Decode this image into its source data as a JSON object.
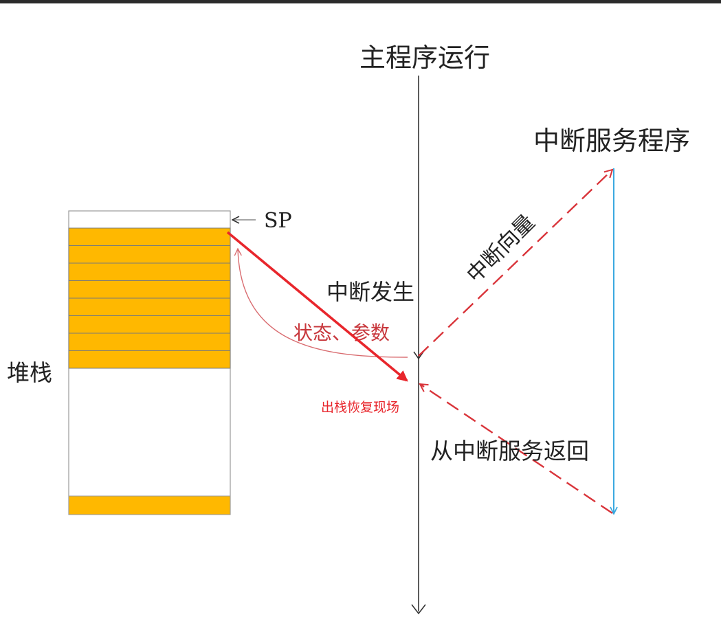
{
  "labels": {
    "main_program": "主程序运行",
    "isr": "中断服务程序",
    "sp": "SP",
    "stack": "堆栈",
    "interrupt_occurs": "中断发生",
    "state_params": "状态、参数",
    "interrupt_vector": "中断向量",
    "pop_restore": "出栈恢复现场",
    "return_from_isr": "从中断服务返回"
  },
  "colors": {
    "stack_fill": "#FFB800",
    "vector_dashed": "#D9343A",
    "state_curve": "#D96C70",
    "pop_arrow": "#E8262C",
    "isr_line": "#3AA9E0",
    "main_line": "#333333"
  },
  "stack": {
    "filled_top_slots": 8,
    "filled_bottom_slots": 1
  }
}
